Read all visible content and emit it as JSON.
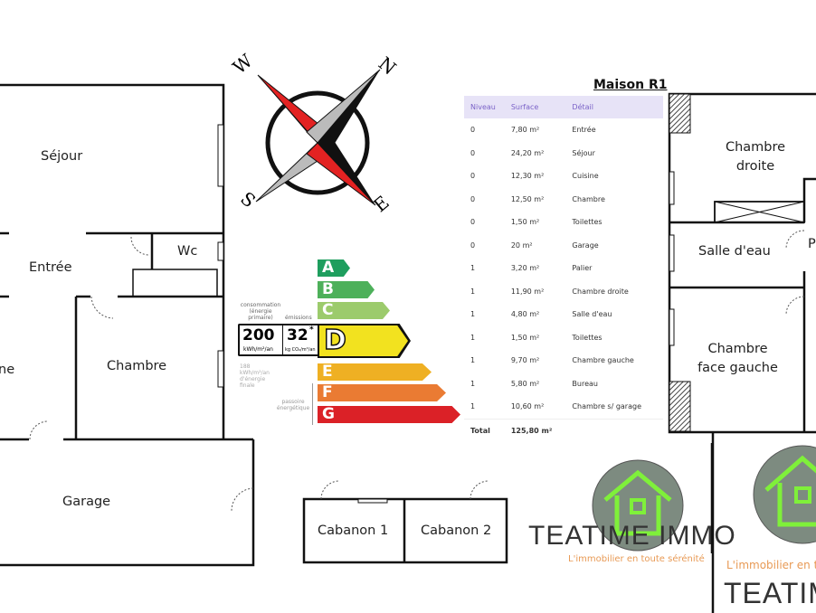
{
  "plan": {
    "ground_floor_rooms": [
      "Séjour",
      "Entrée",
      "Wc",
      "Chambre",
      "ne",
      "Garage",
      "Cabanon 1",
      "Cabanon 2"
    ],
    "upper_floor_rooms": [
      "Chambre droite",
      "Salle d'eau",
      "Chambre face gauche",
      "P"
    ]
  },
  "compass": {
    "labels": [
      "W",
      "N",
      "S",
      "E"
    ]
  },
  "energy": {
    "consumption_label": "consommation (énergie primaire)",
    "emissions_label": "émissions",
    "consumption_value": "200",
    "consumption_unit": "kWh/m²/an",
    "emissions_value": "32",
    "emissions_mark": "*",
    "emissions_unit": "kg CO₂/m²/an",
    "final_energy": "188 kWh/m²/an d'énergie finale",
    "passoire_label": "passoire énergétique",
    "rating": "D",
    "classes": [
      "A",
      "B",
      "C",
      "D",
      "E",
      "F",
      "G"
    ],
    "colors": [
      "#1e9e5e",
      "#4db05a",
      "#9ccb6c",
      "#f2e21f",
      "#efb023",
      "#ea7b33",
      "#db2127"
    ]
  },
  "table": {
    "title": "Maison R1",
    "headers": [
      "Niveau",
      "Surface",
      "Détail"
    ],
    "rows": [
      [
        "0",
        "7,80 m²",
        "Entrée"
      ],
      [
        "0",
        "24,20 m²",
        "Séjour"
      ],
      [
        "0",
        "12,30 m²",
        "Cuisine"
      ],
      [
        "0",
        "12,50 m²",
        "Chambre"
      ],
      [
        "0",
        "1,50 m²",
        "Toilettes"
      ],
      [
        "0",
        "20 m²",
        "Garage"
      ],
      [
        "1",
        "3,20 m²",
        "Palier"
      ],
      [
        "1",
        "11,90 m²",
        "Chambre droite"
      ],
      [
        "1",
        "4,80 m²",
        "Salle d'eau"
      ],
      [
        "1",
        "1,50 m²",
        "Toilettes"
      ],
      [
        "1",
        "9,70 m²",
        "Chambre gauche"
      ],
      [
        "1",
        "5,80 m²",
        "Bureau"
      ],
      [
        "1",
        "10,60 m²",
        "Chambre s/ garage"
      ]
    ],
    "total_label": "Total",
    "total_value": "125,80 m²"
  },
  "logo": {
    "brand": "TEATIME IMMO",
    "slogan": "L'immobilier en toute sérénité",
    "slogan_partial": "L'immobilier en t"
  }
}
